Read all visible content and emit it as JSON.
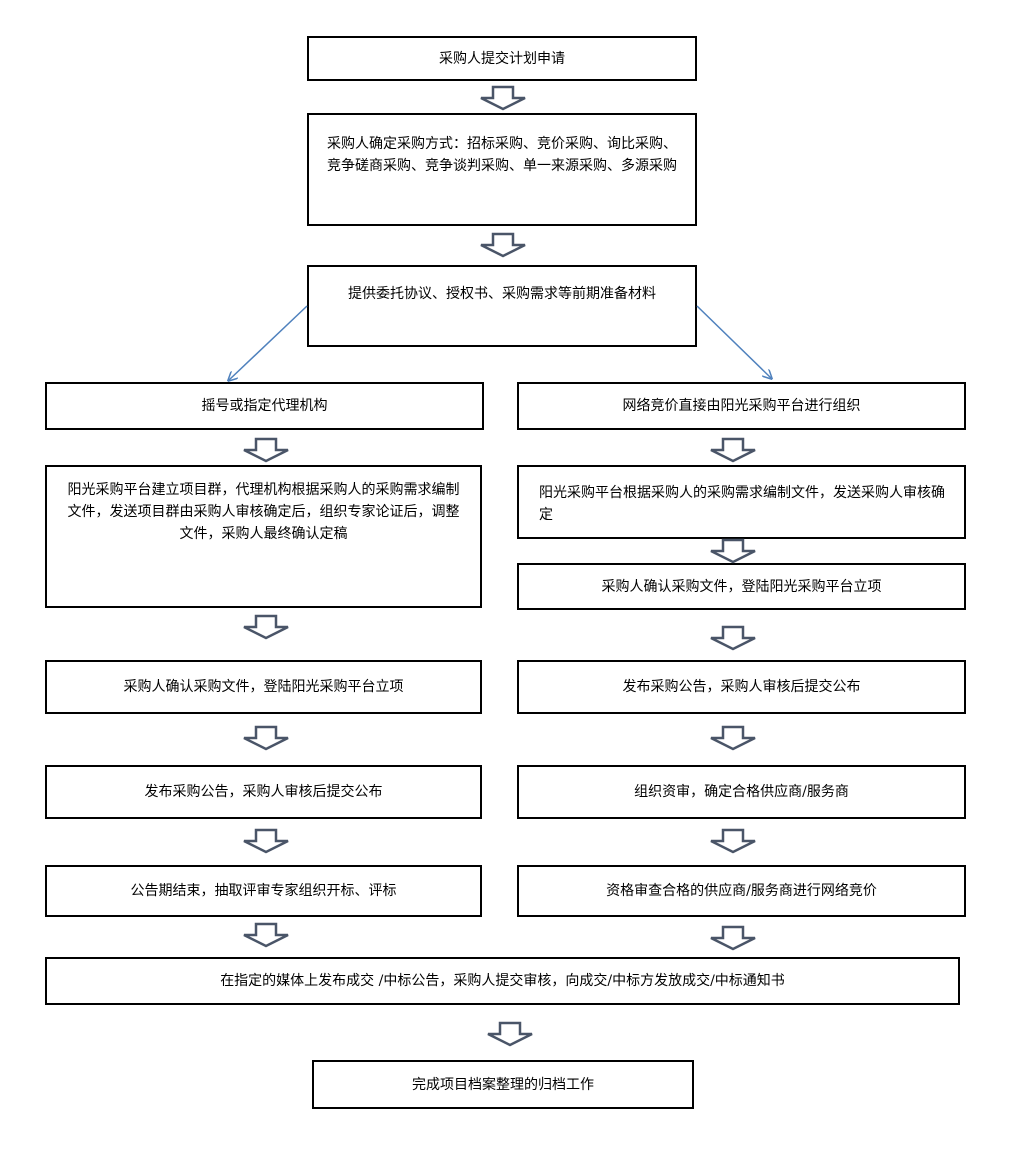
{
  "flow": {
    "step1": "采购人提交计划申请",
    "step2": "采购人确定采购方式：招标采购、竞价采购、询比采购、竞争磋商采购、竞争谈判采购、单一来源采购、多源采购",
    "step3": "提供委托协议、授权书、采购需求等前期准备材料",
    "left": {
      "s1": "摇号或指定代理机构",
      "s2": "阳光采购平台建立项目群，代理机构根据采购人的采购需求编制文件，发送项目群由采购人审核确定后，组织专家论证后，调整文件，采购人最终确认定稿",
      "s3": "采购人确认采购文件，登陆阳光采购平台立项",
      "s4": "发布采购公告，采购人审核后提交公布",
      "s5": "公告期结束，抽取评审专家组织开标、评标"
    },
    "right": {
      "s1": "网络竞价直接由阳光采购平台进行组织",
      "s2": "阳光采购平台根据采购人的采购需求编制文件，发送采购人审核确定",
      "s3": "采购人确认采购文件，登陆阳光采购平台立项",
      "s4": "发布采购公告，采购人审核后提交公布",
      "s5": "组织资审，确定合格供应商/服务商",
      "s6": "资格审查合格的供应商/服务商进行网络竞价"
    },
    "merge": "在指定的媒体上发布成交 /中标公告，采购人提交审核，向成交/中标方发放成交/中标通知书",
    "final": "完成项目档案整理的归档工作"
  },
  "colors": {
    "arrow_stroke": "#4a5568",
    "branch_line": "#4f81bd",
    "box_border": "#000000"
  },
  "icons": {
    "block_arrow": "down-block-arrow-icon",
    "branch_arrow": "diagonal-arrow-icon"
  }
}
